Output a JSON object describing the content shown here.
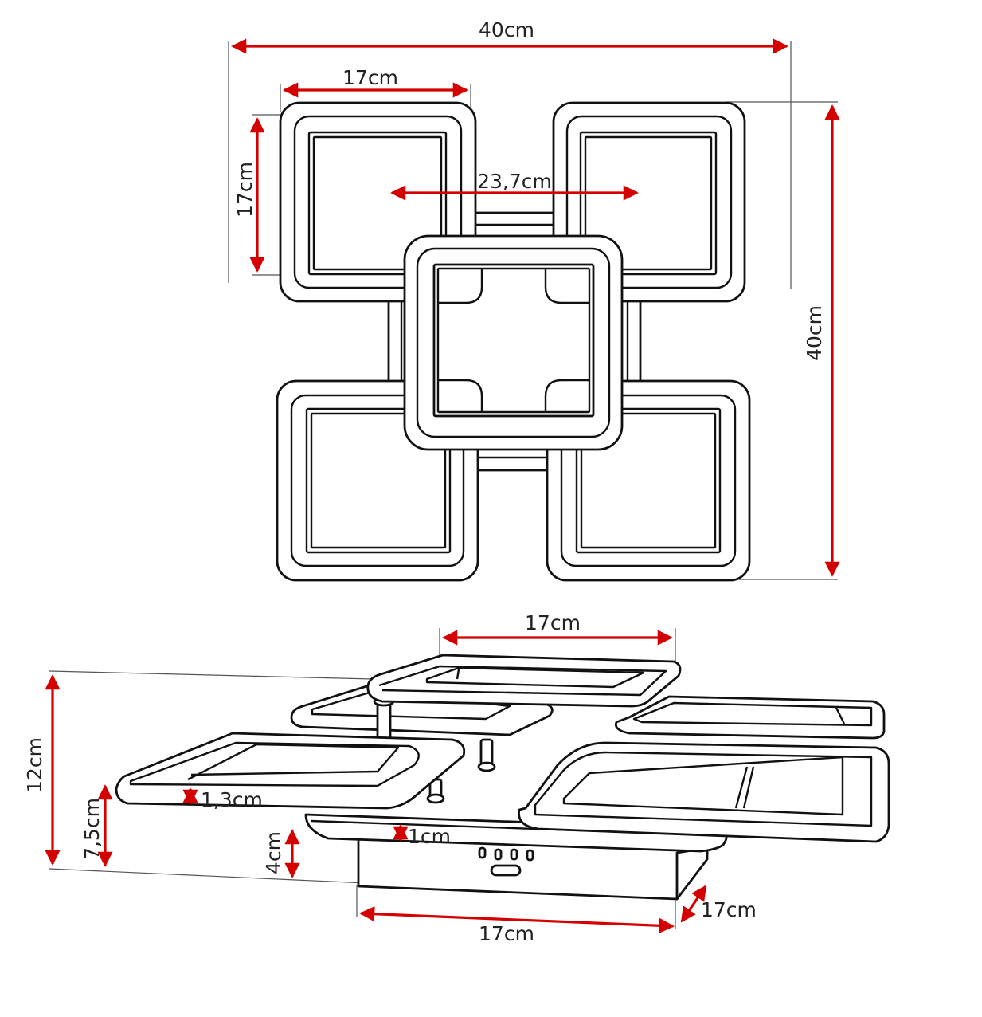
{
  "colors": {
    "dimension_line": "#d40000",
    "outline": "#111111",
    "background": "#ffffff"
  },
  "top_view": {
    "width_label": "40cm",
    "height_label": "40cm",
    "square_width_label": "17cm",
    "square_height_label": "17cm",
    "center_distance_label": "23,7cm"
  },
  "side_view": {
    "top_square_label": "17cm",
    "total_height_label": "12cm",
    "ring_drop_label": "7,5cm",
    "base_height_label": "4cm",
    "ring_thickness_label": "1,3cm",
    "plate_thickness_label": "1cm",
    "base_width_label": "17cm",
    "base_depth_label": "17cm"
  }
}
